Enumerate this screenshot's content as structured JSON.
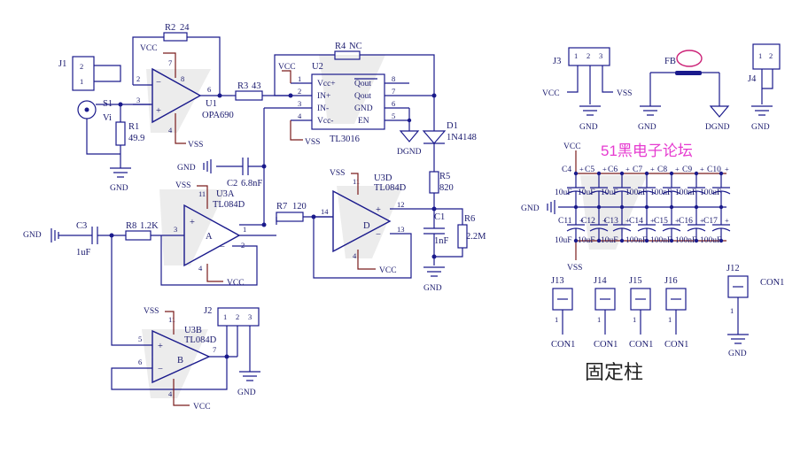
{
  "brand": "51黑电子论坛",
  "footer_title": "固定柱",
  "parts": {
    "J1": {
      "ref": "J1",
      "pins": [
        "2",
        "1"
      ]
    },
    "S1": {
      "ref": "S1",
      "label": "Vi"
    },
    "R1": {
      "ref": "R1",
      "value": "49.9"
    },
    "R2": {
      "ref": "R2",
      "value": "24"
    },
    "U1": {
      "ref": "U1",
      "value": "OPA690",
      "pins": [
        "2",
        "3",
        "6",
        "7",
        "4",
        "8"
      ]
    },
    "R3": {
      "ref": "R3",
      "value": "43"
    },
    "R4": {
      "ref": "R4",
      "value": "NC"
    },
    "U2": {
      "ref": "U2",
      "value": "TL3016",
      "left": [
        "Vcc+",
        "IN+",
        "IN-",
        "Vcc-"
      ],
      "right": [
        "Qout",
        "Qout",
        "GND",
        "EN"
      ],
      "lpins": [
        "1",
        "2",
        "3",
        "4"
      ],
      "rpins": [
        "8",
        "7",
        "6",
        "5"
      ]
    },
    "D1": {
      "ref": "D1",
      "value": "1N4148"
    },
    "R5": {
      "ref": "R5",
      "value": "820"
    },
    "C1": {
      "ref": "C1",
      "value": "1nF"
    },
    "R6": {
      "ref": "R6",
      "value": "2.2M"
    },
    "C2": {
      "ref": "C2",
      "value": "6.8nF"
    },
    "C3": {
      "ref": "C3",
      "value": "1uF"
    },
    "R8": {
      "ref": "R8",
      "value": "1.2K"
    },
    "R7": {
      "ref": "R7",
      "value": "120"
    },
    "U3A": {
      "ref": "U3A",
      "value": "TL084D",
      "letter": "A",
      "pins": [
        "1",
        "3",
        "2",
        "11",
        "4"
      ]
    },
    "U3D": {
      "ref": "U3D",
      "value": "TL084D",
      "letter": "D",
      "pins": [
        "14",
        "12",
        "13",
        "11",
        "4"
      ]
    },
    "U3B": {
      "ref": "U3B",
      "value": "TL084D",
      "letter": "B",
      "pins": [
        "5",
        "6",
        "7",
        "11",
        "4"
      ]
    },
    "J2": {
      "ref": "J2",
      "pins": [
        "1",
        "2",
        "3"
      ]
    },
    "J3": {
      "ref": "J3",
      "pins": [
        "1",
        "2",
        "3"
      ]
    },
    "FB": {
      "ref": "FB"
    },
    "J4": {
      "ref": "J4",
      "pins": [
        "1",
        "2"
      ]
    },
    "J12": {
      "ref": "J12",
      "value": "CON1"
    }
  },
  "nets": {
    "vcc": "VCC",
    "vss": "VSS",
    "gnd": "GND",
    "dgnd": "DGND"
  },
  "cap_bank_top": [
    "C4",
    "C5",
    "C6",
    "C7",
    "C8",
    "C9",
    "C10"
  ],
  "cap_bank_top_values": [
    "10uF",
    "10uF",
    "10uF",
    "100nF",
    "100nF",
    "100nF",
    "100uF"
  ],
  "cap_bank_bottom": [
    "C11",
    "C12",
    "C13",
    "C14",
    "C15",
    "C16",
    "C17"
  ],
  "cap_bank_bottom_values": [
    "10uF",
    "10uF",
    "10uF",
    "100nF",
    "100nF",
    "100nF",
    "100uF"
  ],
  "posts": [
    {
      "ref": "J13",
      "value": "CON1"
    },
    {
      "ref": "J14",
      "value": "CON1"
    },
    {
      "ref": "J15",
      "value": "CON1"
    },
    {
      "ref": "J16",
      "value": "CON1"
    }
  ],
  "pin_one": "1"
}
